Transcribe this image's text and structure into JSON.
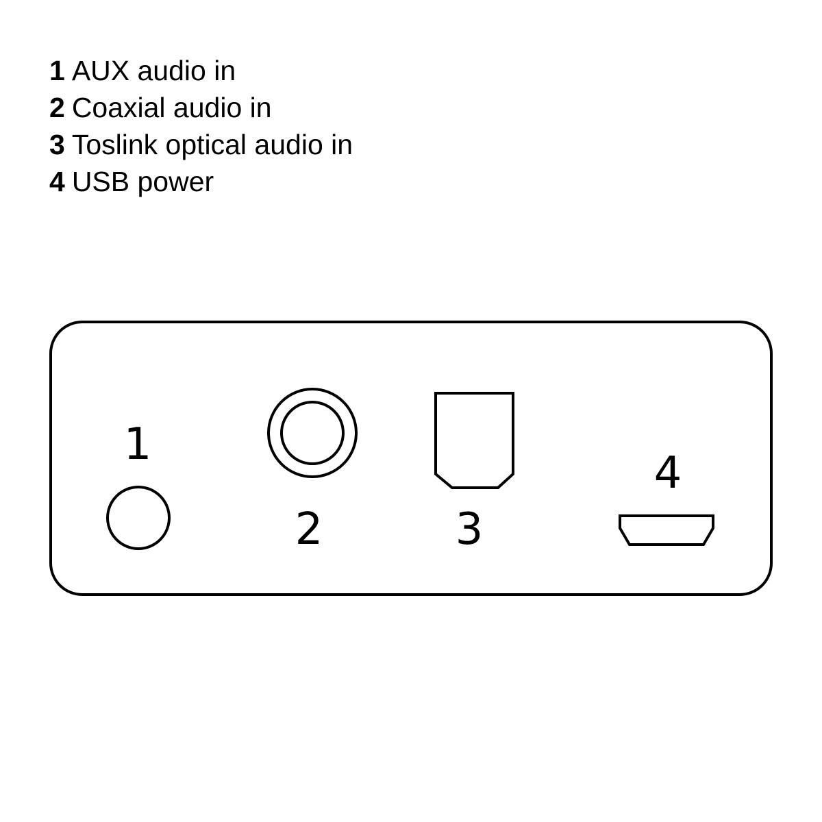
{
  "legend": {
    "items": [
      {
        "number": "1",
        "label": "AUX audio in"
      },
      {
        "number": "2",
        "label": "Coaxial audio in"
      },
      {
        "number": "3",
        "label": "Toslink optical audio in"
      },
      {
        "number": "4",
        "label": "USB power"
      }
    ]
  },
  "panel": {
    "ports": [
      {
        "number": "1",
        "icon": "aux-jack-icon"
      },
      {
        "number": "2",
        "icon": "coaxial-jack-icon"
      },
      {
        "number": "3",
        "icon": "toslink-port-icon"
      },
      {
        "number": "4",
        "icon": "micro-usb-port-icon"
      }
    ]
  }
}
